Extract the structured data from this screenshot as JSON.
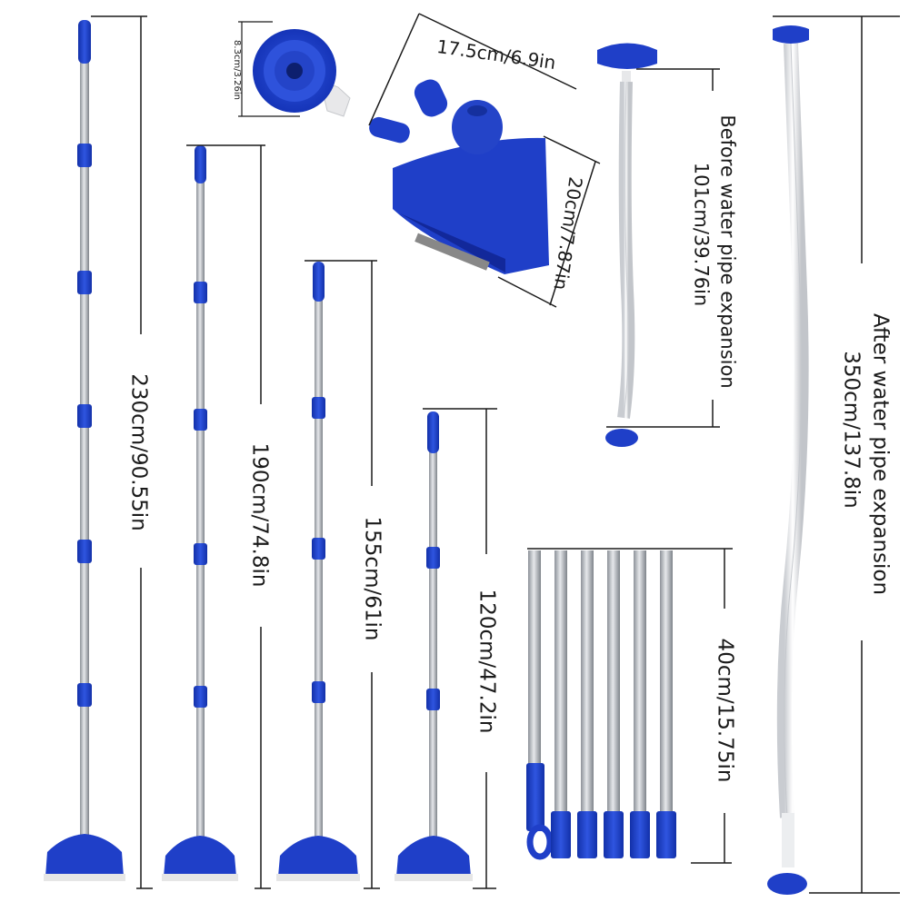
{
  "labels": {
    "pole_230": "230cm/90.55in",
    "pole_190": "190cm/74.8in",
    "pole_155": "155cm/61in",
    "pole_120": "120cm/47.2in",
    "section_40": "40cm/15.75in",
    "cone_size": "8.3cm/3.26in",
    "head_width": "17.5cm/6.9in",
    "head_length": "20cm/7.87in",
    "before_title": "Before water pipe expansion",
    "before_value": "101cm/39.76in",
    "after_title": "After water pipe expansion",
    "after_value": "350cm/137.8in"
  },
  "colors": {
    "blue": "#1f3fc8",
    "steel": "#b4b8bf",
    "hose": "#f2f3f5",
    "line": "#1a1a1a"
  }
}
